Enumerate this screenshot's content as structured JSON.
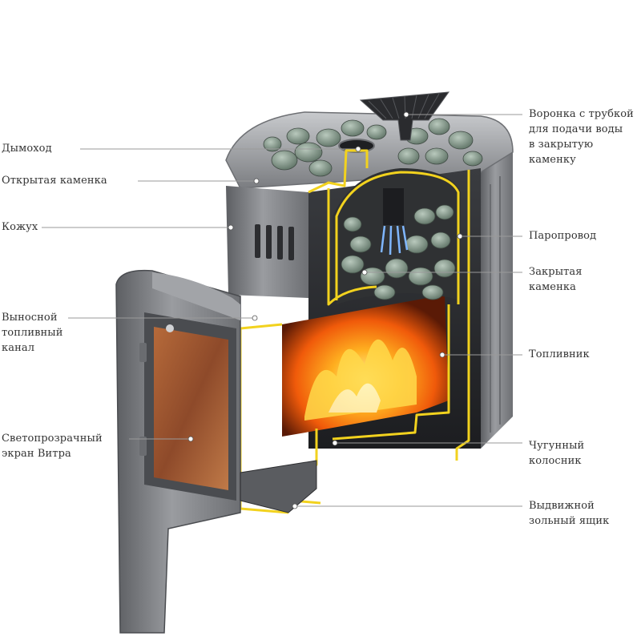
{
  "colors": {
    "background": "#ffffff",
    "steel": "#8e9094",
    "steel_dark": "#4a4c50",
    "cutaway_outline": "#f2d21e",
    "fire": "#ff7a10",
    "stones": "#8fa296",
    "glass": "#a8623a",
    "leader_line": "#9a9a9a",
    "label_text": "#333333"
  },
  "labels": {
    "chimney": "Дымоход",
    "open_heater": "Открытая каменка",
    "casing": "Кожух",
    "fuel_channel": "Выносной\nтопливный\nканал",
    "glass_screen": "Светопрозрачный\nэкран Витра",
    "funnel": "Воронка с трубкой\nдля подачи воды\nв закрытую\nкаменку",
    "steam_line": "Паропровод",
    "closed_heater": "Закрытая\nкаменка",
    "firebox": "Топливник",
    "grate": "Чугунный\nколосник",
    "ash_drawer": "Выдвижной\nзольный ящик"
  }
}
